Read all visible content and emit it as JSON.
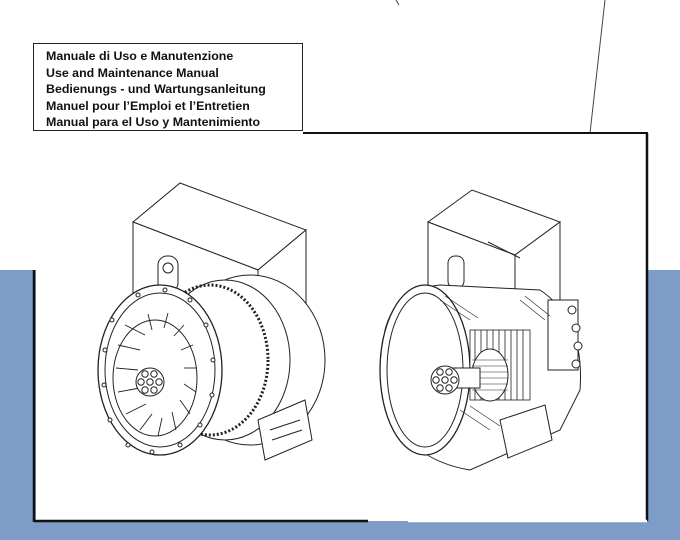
{
  "cover": {
    "title_lines": [
      "Manuale di Uso e Manutenzione",
      "Use and Maintenance Manual",
      "Bedienungs - und Wartungsanleitung",
      "Manuel pour l’Emploi et l’Entretien",
      "Manual para el Uso y Mantenimiento"
    ],
    "colors": {
      "band": "#7e9cc8",
      "ink": "#222222"
    },
    "illustrations": [
      "alternator-exterior-view",
      "alternator-cutaway-view"
    ]
  }
}
